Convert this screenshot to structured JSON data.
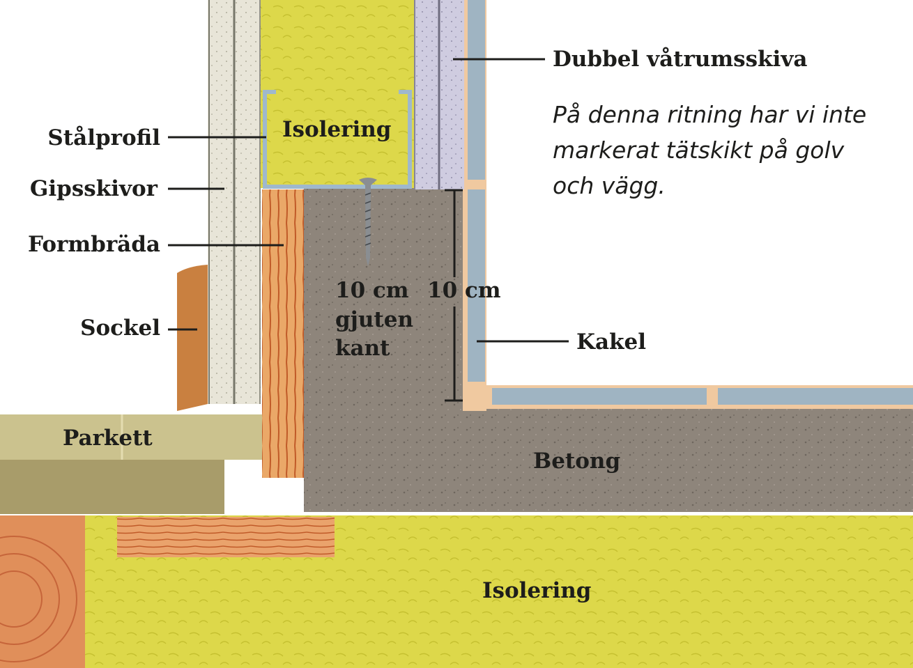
{
  "labels": {
    "dubbel": "Dubbel våtrumsskiva",
    "stalprofil": "Stålprofil",
    "gipsskivor": "Gipsskivor",
    "formbrada": "Formbräda",
    "sockel": "Sockel",
    "parkett": "Parkett",
    "isolering_wall": "Isolering",
    "isolering_floor": "Isolering",
    "dim_left_1": "10 cm",
    "dim_left_2": "gjuten",
    "dim_left_3": "kant",
    "dim_right": "10 cm",
    "kakel": "Kakel",
    "betong": "Betong"
  },
  "note": {
    "line1": "På denna ritning har vi inte",
    "line2": "markerat tätskikt på golv",
    "line3": "och vägg."
  },
  "colors": {
    "insulation": "#ddd84a",
    "gypsum": "#e8e5d8",
    "wetroom_board": "#cfcce0",
    "tile": "#9fb4c2",
    "grout": "#f0c9a0",
    "concrete": "#8e857b",
    "wood_form": "#e6a060",
    "wood_sockel": "#c98040",
    "parquet_top": "#cbc28e",
    "parquet_bottom": "#a89c6a"
  }
}
